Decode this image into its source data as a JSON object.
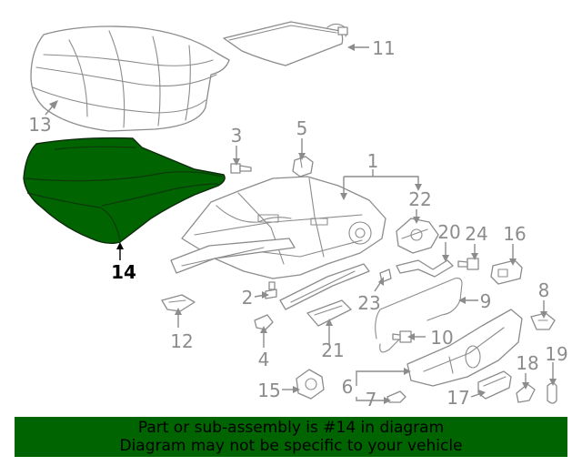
{
  "diagram": {
    "highlighted_part": "14",
    "callouts": [
      {
        "id": "1",
        "label": "1"
      },
      {
        "id": "2",
        "label": "2"
      },
      {
        "id": "3",
        "label": "3"
      },
      {
        "id": "4",
        "label": "4"
      },
      {
        "id": "5",
        "label": "5"
      },
      {
        "id": "6",
        "label": "6"
      },
      {
        "id": "7",
        "label": "7"
      },
      {
        "id": "8",
        "label": "8"
      },
      {
        "id": "9",
        "label": "9"
      },
      {
        "id": "10",
        "label": "10"
      },
      {
        "id": "11",
        "label": "11"
      },
      {
        "id": "12",
        "label": "12"
      },
      {
        "id": "13",
        "label": "13"
      },
      {
        "id": "14",
        "label": "14"
      },
      {
        "id": "15",
        "label": "15"
      },
      {
        "id": "16",
        "label": "16"
      },
      {
        "id": "17",
        "label": "17"
      },
      {
        "id": "18",
        "label": "18"
      },
      {
        "id": "19",
        "label": "19"
      },
      {
        "id": "20",
        "label": "20"
      },
      {
        "id": "21",
        "label": "21"
      },
      {
        "id": "22",
        "label": "22"
      },
      {
        "id": "23",
        "label": "23"
      },
      {
        "id": "24",
        "label": "24"
      }
    ]
  },
  "banner": {
    "line1": "Part or sub-assembly is #14 in diagram",
    "line2": "Diagram may not be specific to your vehicle",
    "color": "#006400"
  },
  "colors": {
    "highlight": "#006400",
    "linework": "#8c8c8c",
    "active_label": "#000000"
  }
}
